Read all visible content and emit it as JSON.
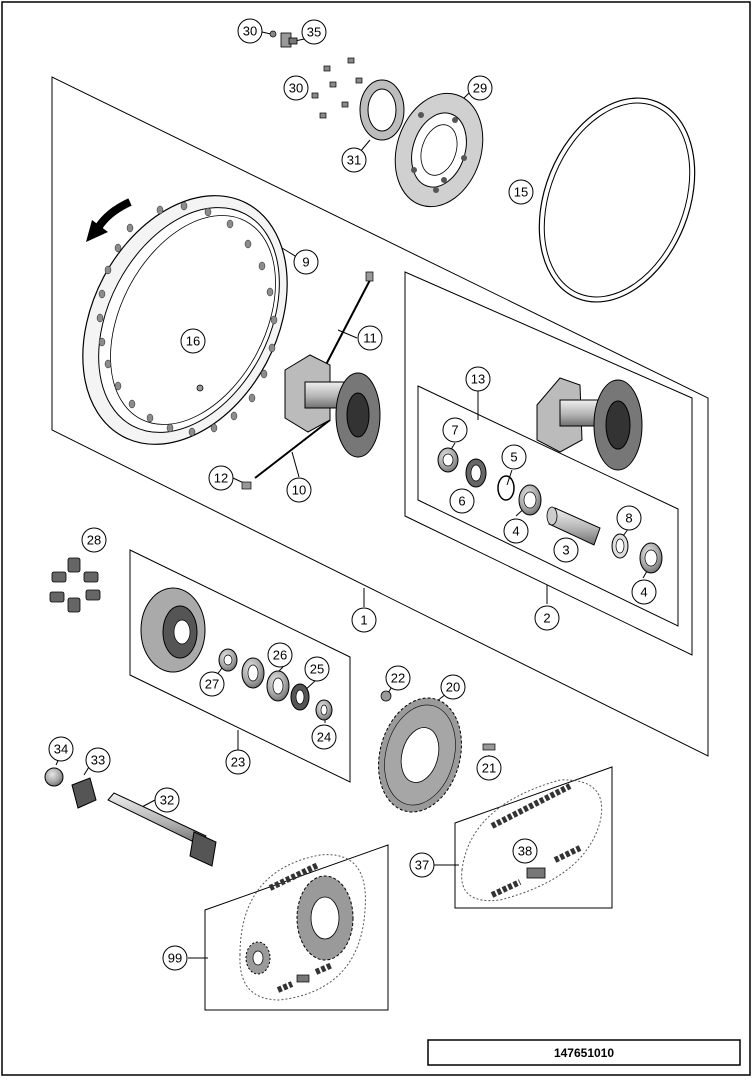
{
  "reference_number": "147651010",
  "callouts": [
    {
      "label": "30"
    },
    {
      "label": "35"
    },
    {
      "label": "30"
    },
    {
      "label": "29"
    },
    {
      "label": "31"
    },
    {
      "label": "15"
    },
    {
      "label": "9"
    },
    {
      "label": "11"
    },
    {
      "label": "16"
    },
    {
      "label": "12"
    },
    {
      "label": "10"
    },
    {
      "label": "13"
    },
    {
      "label": "7"
    },
    {
      "label": "5"
    },
    {
      "label": "6"
    },
    {
      "label": "4"
    },
    {
      "label": "8"
    },
    {
      "label": "3"
    },
    {
      "label": "4"
    },
    {
      "label": "2"
    },
    {
      "label": "1"
    },
    {
      "label": "28"
    },
    {
      "label": "26"
    },
    {
      "label": "25"
    },
    {
      "label": "27"
    },
    {
      "label": "24"
    },
    {
      "label": "22"
    },
    {
      "label": "20"
    },
    {
      "label": "23"
    },
    {
      "label": "21"
    },
    {
      "label": "34"
    },
    {
      "label": "33"
    },
    {
      "label": "32"
    },
    {
      "label": "38"
    },
    {
      "label": "37"
    },
    {
      "label": "99"
    }
  ],
  "colors": {
    "line": "#000000",
    "part_fill": "#9a9a9a",
    "part_dark": "#555555",
    "part_light": "#d4d4d4",
    "background": "#ffffff"
  },
  "icons": {
    "rotation_arrow": "rotation-direction-arrow-icon"
  }
}
